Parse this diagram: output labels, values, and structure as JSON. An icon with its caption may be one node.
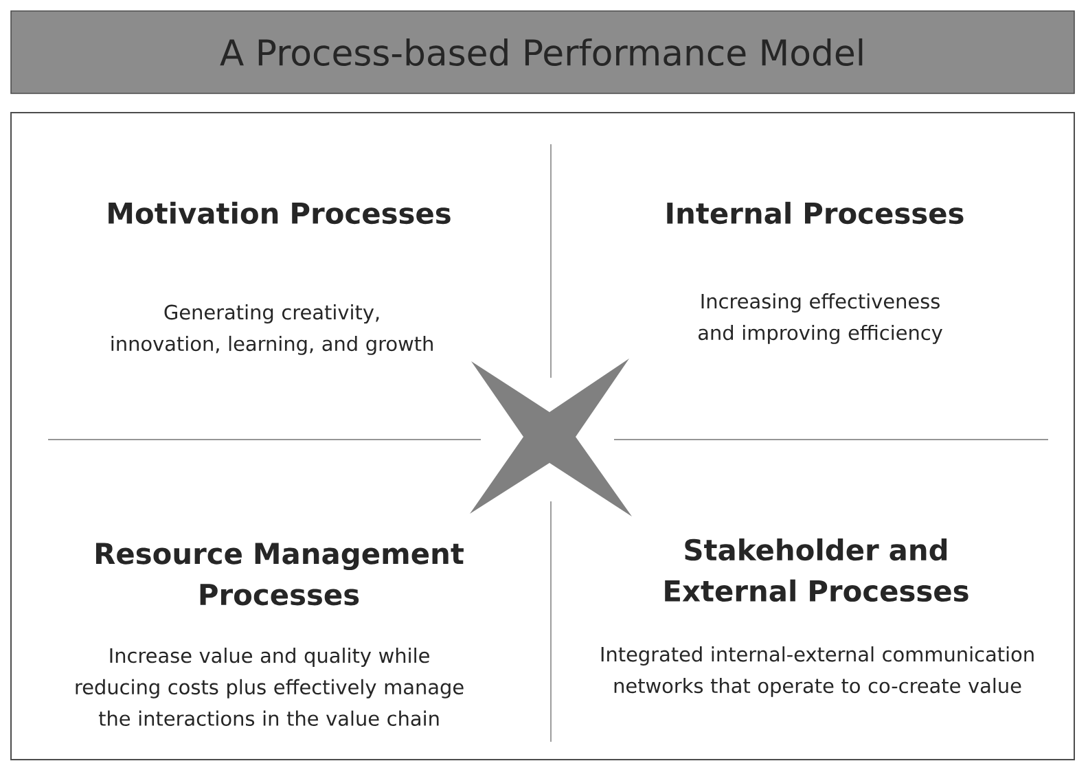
{
  "diagram": {
    "title": "A Process-based Performance Model",
    "labels": [
      "Motivation Processes",
      "Internal Processes",
      "Generating creativity, innovation, learning, and growth",
      "Increasing effectiveness and improving efficiency",
      "Resource Management Processes",
      "Stakeholder and External Processes",
      "Increase value and quality while reducing costs plus effectively manage the interactions in the value chain",
      "Integrated internal-external communication networks that operate to co-create value"
    ]
  }
}
